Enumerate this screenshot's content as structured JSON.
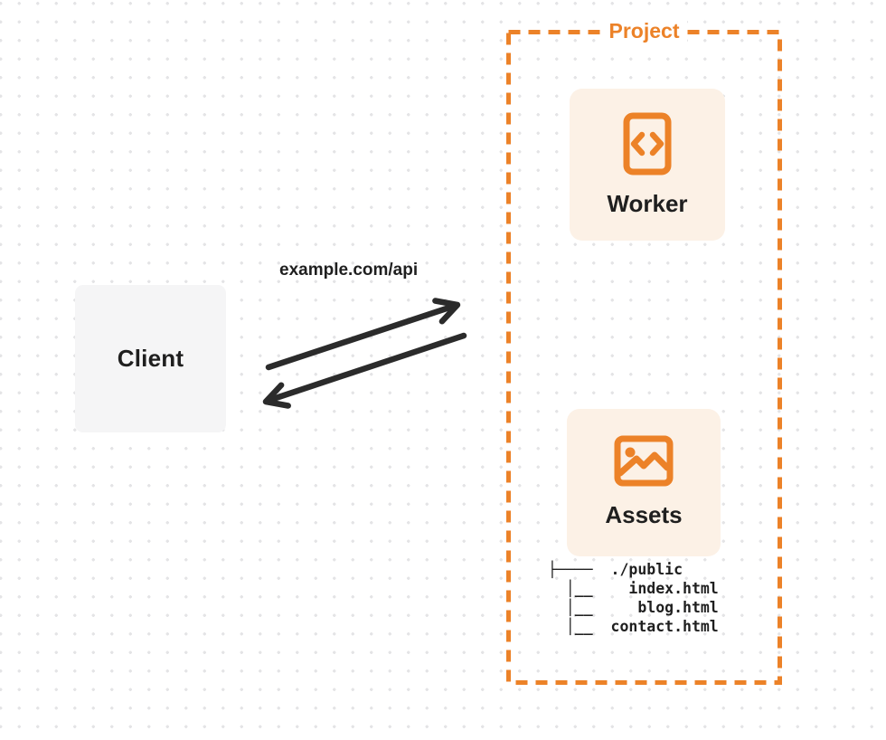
{
  "colors": {
    "accent_orange": "#ec8228",
    "card_background": "#fcf1e6",
    "client_background": "#f5f5f6",
    "arrow_dark": "#2b2b2b",
    "dot_grid": "#e4e4e6",
    "text_dark": "#1f1f1f"
  },
  "client": {
    "label": "Client"
  },
  "request": {
    "url_label": "example.com/api"
  },
  "project": {
    "title": "Project",
    "worker": {
      "label": "Worker",
      "icon": "code-document-icon"
    },
    "assets": {
      "label": "Assets",
      "icon": "image-icon",
      "file_tree": {
        "root": "./public",
        "files": [
          "index.html",
          "blog.html",
          "contact.html"
        ],
        "text": "├────  ./public\n  │__    index.html\n  │__     blog.html\n  │__  contact.html"
      }
    }
  }
}
